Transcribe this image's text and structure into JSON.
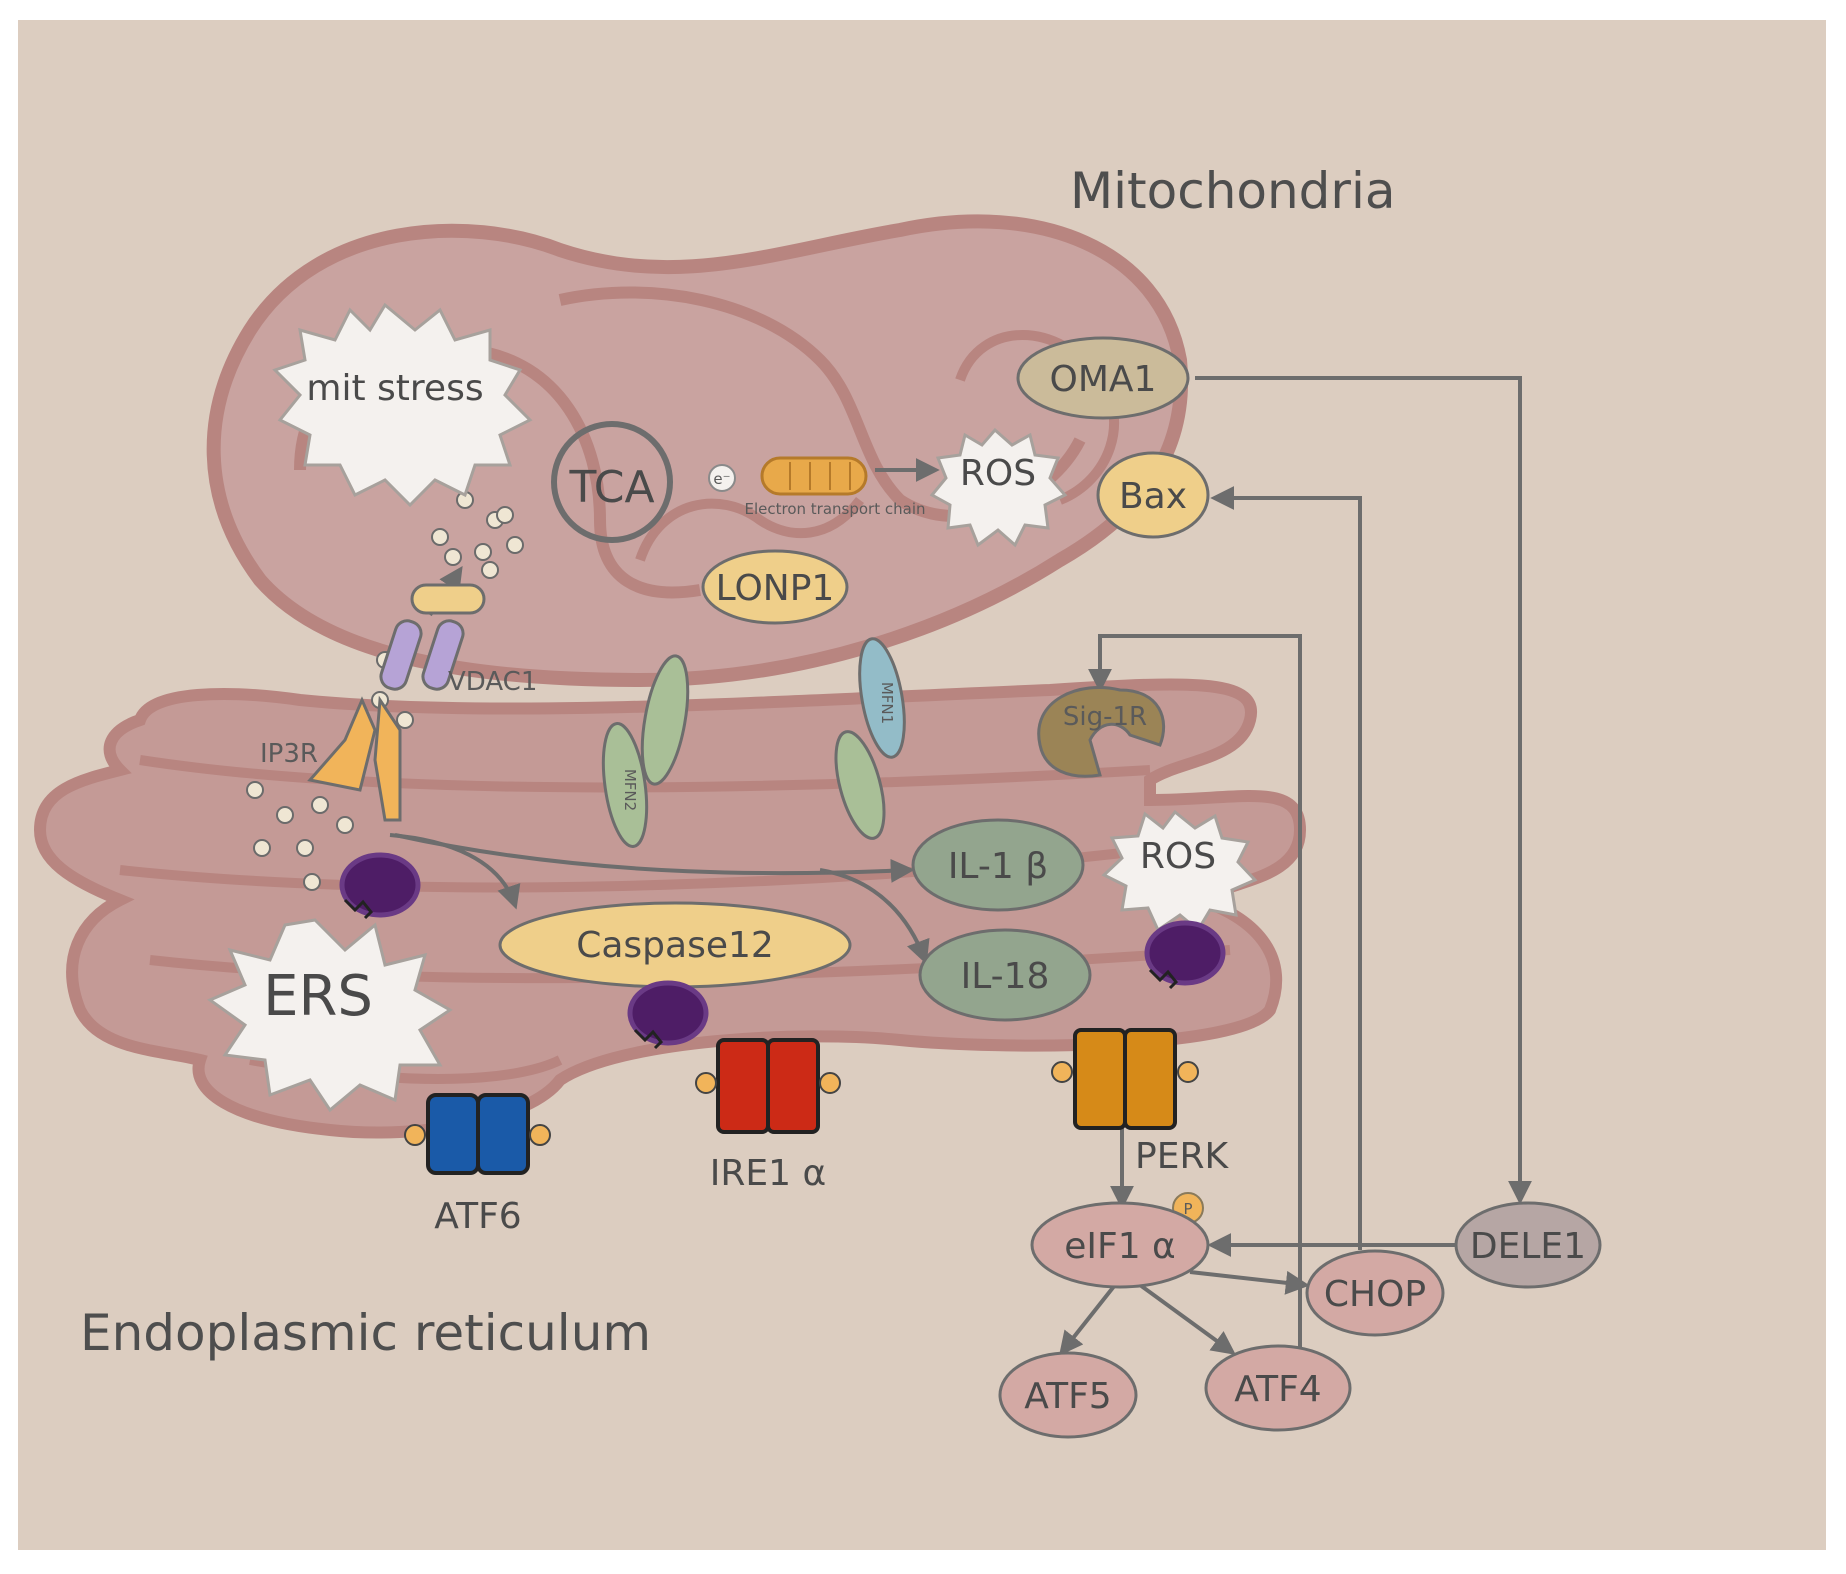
{
  "titles": {
    "mitochondria": "Mitochondria",
    "er": "Endoplasmic reticulum"
  },
  "labels": {
    "mit_stress": "mit stress",
    "tca": "TCA",
    "e_symbol": "e⁻",
    "etc": "Electron transport chain",
    "ros_mito": "ROS",
    "oma1": "OMA1",
    "bax": "Bax",
    "lonp1": "LONP1",
    "vdac1": "VDAC1",
    "ip3r": "IP3R",
    "mfn2": "MFN2",
    "mfn1": "MFN1",
    "sig1r": "Sig-1R",
    "il1b": "IL-1 β",
    "ros_er": "ROS",
    "caspase12": "Caspase12",
    "il18": "IL-18",
    "ers": "ERS",
    "atf6": "ATF6",
    "ire1a": "IRE1 α",
    "perk": "PERK",
    "eif1a": "eIF1 α",
    "chop": "CHOP",
    "dele1": "DELE1",
    "atf5": "ATF5",
    "atf4": "ATF4",
    "p": "P"
  },
  "colors": {
    "background": "#dccdc0",
    "membrane": "#b88580",
    "mito_inner": "#c9a3a0",
    "er_fill": "#c49a96",
    "yellow_node": "#efcf8a",
    "green_node": "#93a58e",
    "olive_node": "#cbbb9a",
    "pink_node": "#d3a9a4",
    "grey_node": "#b6a6a4",
    "atf6_blue": "#1a5aa8",
    "ire1_red": "#cc2a16",
    "perk_orange": "#d68a18"
  }
}
